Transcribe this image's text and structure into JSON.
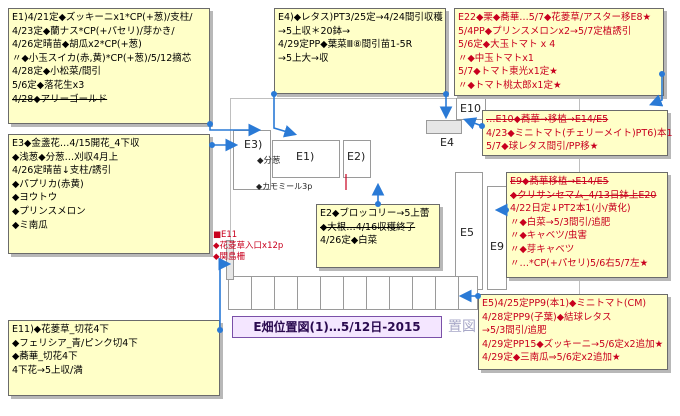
{
  "title": "E畑位置図(1)…5/12日-2015",
  "ghost_text": "置図",
  "colors": {
    "note_bg": "#ffffc8",
    "red_text": "#c8001e",
    "arrow": "#2a7ad6"
  },
  "areas": {
    "e1": "E1)",
    "e2": "E2)",
    "e3": "E3)",
    "e4": "E4",
    "e5": "E5",
    "e9": "E9",
    "e10": "E10",
    "e11": "E11"
  },
  "small_labels": {
    "bunsou": "◆分葱",
    "kamomiru": "◆カモミール3p",
    "e11_lines": [
      "■E11",
      "◆花菱草入口x12p",
      "◆関島柵"
    ]
  },
  "notes": {
    "e1": [
      "E1)4/21定◆ズッキーニx1*CP(+葱)/支柱/",
      "4/23定◆蘭ナス*CP(+パセリ)/芽かき/",
      "4/26定晴苗◆胡瓜x2*CP(+葱)",
      "〃◆小玉スイカ(赤,黄)*CP(+葱)/5/12摘芯",
      "4/28定◆小松菜/間引",
      "5/6定◆落花生x3",
      "4/28◆アリーゴールド"
    ],
    "e3": [
      "E3◆金盞花…4/15開花_4下収",
      "◆浅葱◆分葱…刈収4月上",
      "4/26定晴苗↓支柱/誘引",
      "◆パプリカ(赤黄)",
      "◆ヨウトウ",
      "◆プリンスメロン",
      "◆ミ南瓜"
    ],
    "e4": [
      "E4)◆レタス)PT3/25定→4/24間引収穫",
      "→5上収＊20鉢→",
      "4/29定PP◆葉菜Ⅲ⑧間引苗1-5R",
      "→5上大→収"
    ],
    "e22": [
      "E22◆栗◆蕎華…5/7◆花菱草/アスター移E8★",
      "5/4PP◆プリンスメロンx2→5/7定植誘引",
      "5/6定◆大玉トマト x 4",
      "〃◆中玉トマトx1",
      "5/7◆トマト東光x1定★",
      "〃◆トマト桃太郎x1定★"
    ],
    "e10": [
      "…E10◆蕎華→移植→E14/E5",
      "4/23◆ミニトマト(チェリーメイト)PT6)本1",
      "5/7◆球レタス間引/PP移★"
    ],
    "e9": [
      "E9◆蕎華移植→E14/E5",
      "◆クリサンセマム_4/13日鉢上E20",
      "4/22日定↓PT2本1(小/黄化)",
      "〃◆白菜→5/3間引/追肥",
      "〃◆キャベツ/虫害",
      "〃◆芽キャベツ",
      "〃…*CP(+パセリ)5/6右5/7左★"
    ],
    "e2": [
      "E2◆ブロッコリー→5上蕾",
      "◆大根…4/16収穫終了",
      "4/26定◆白菜"
    ],
    "e11": [
      "E11)◆花菱草_切花4下",
      "◆フェリシア_青/ピンク切4下",
      "◆蕎華_切花4下",
      "4下花→5上収/満"
    ],
    "e5": [
      "E5)4/25定PP9(本1)◆ミニトマト(CM)",
      "4/28定PP9(子葉)◆結球レタス",
      "→5/3間引/追肥",
      "4/29定PP15◆ズッキーニ→5/6定x2追加★",
      "4/29定◆三南瓜⇒5/6定x2追加★"
    ]
  }
}
